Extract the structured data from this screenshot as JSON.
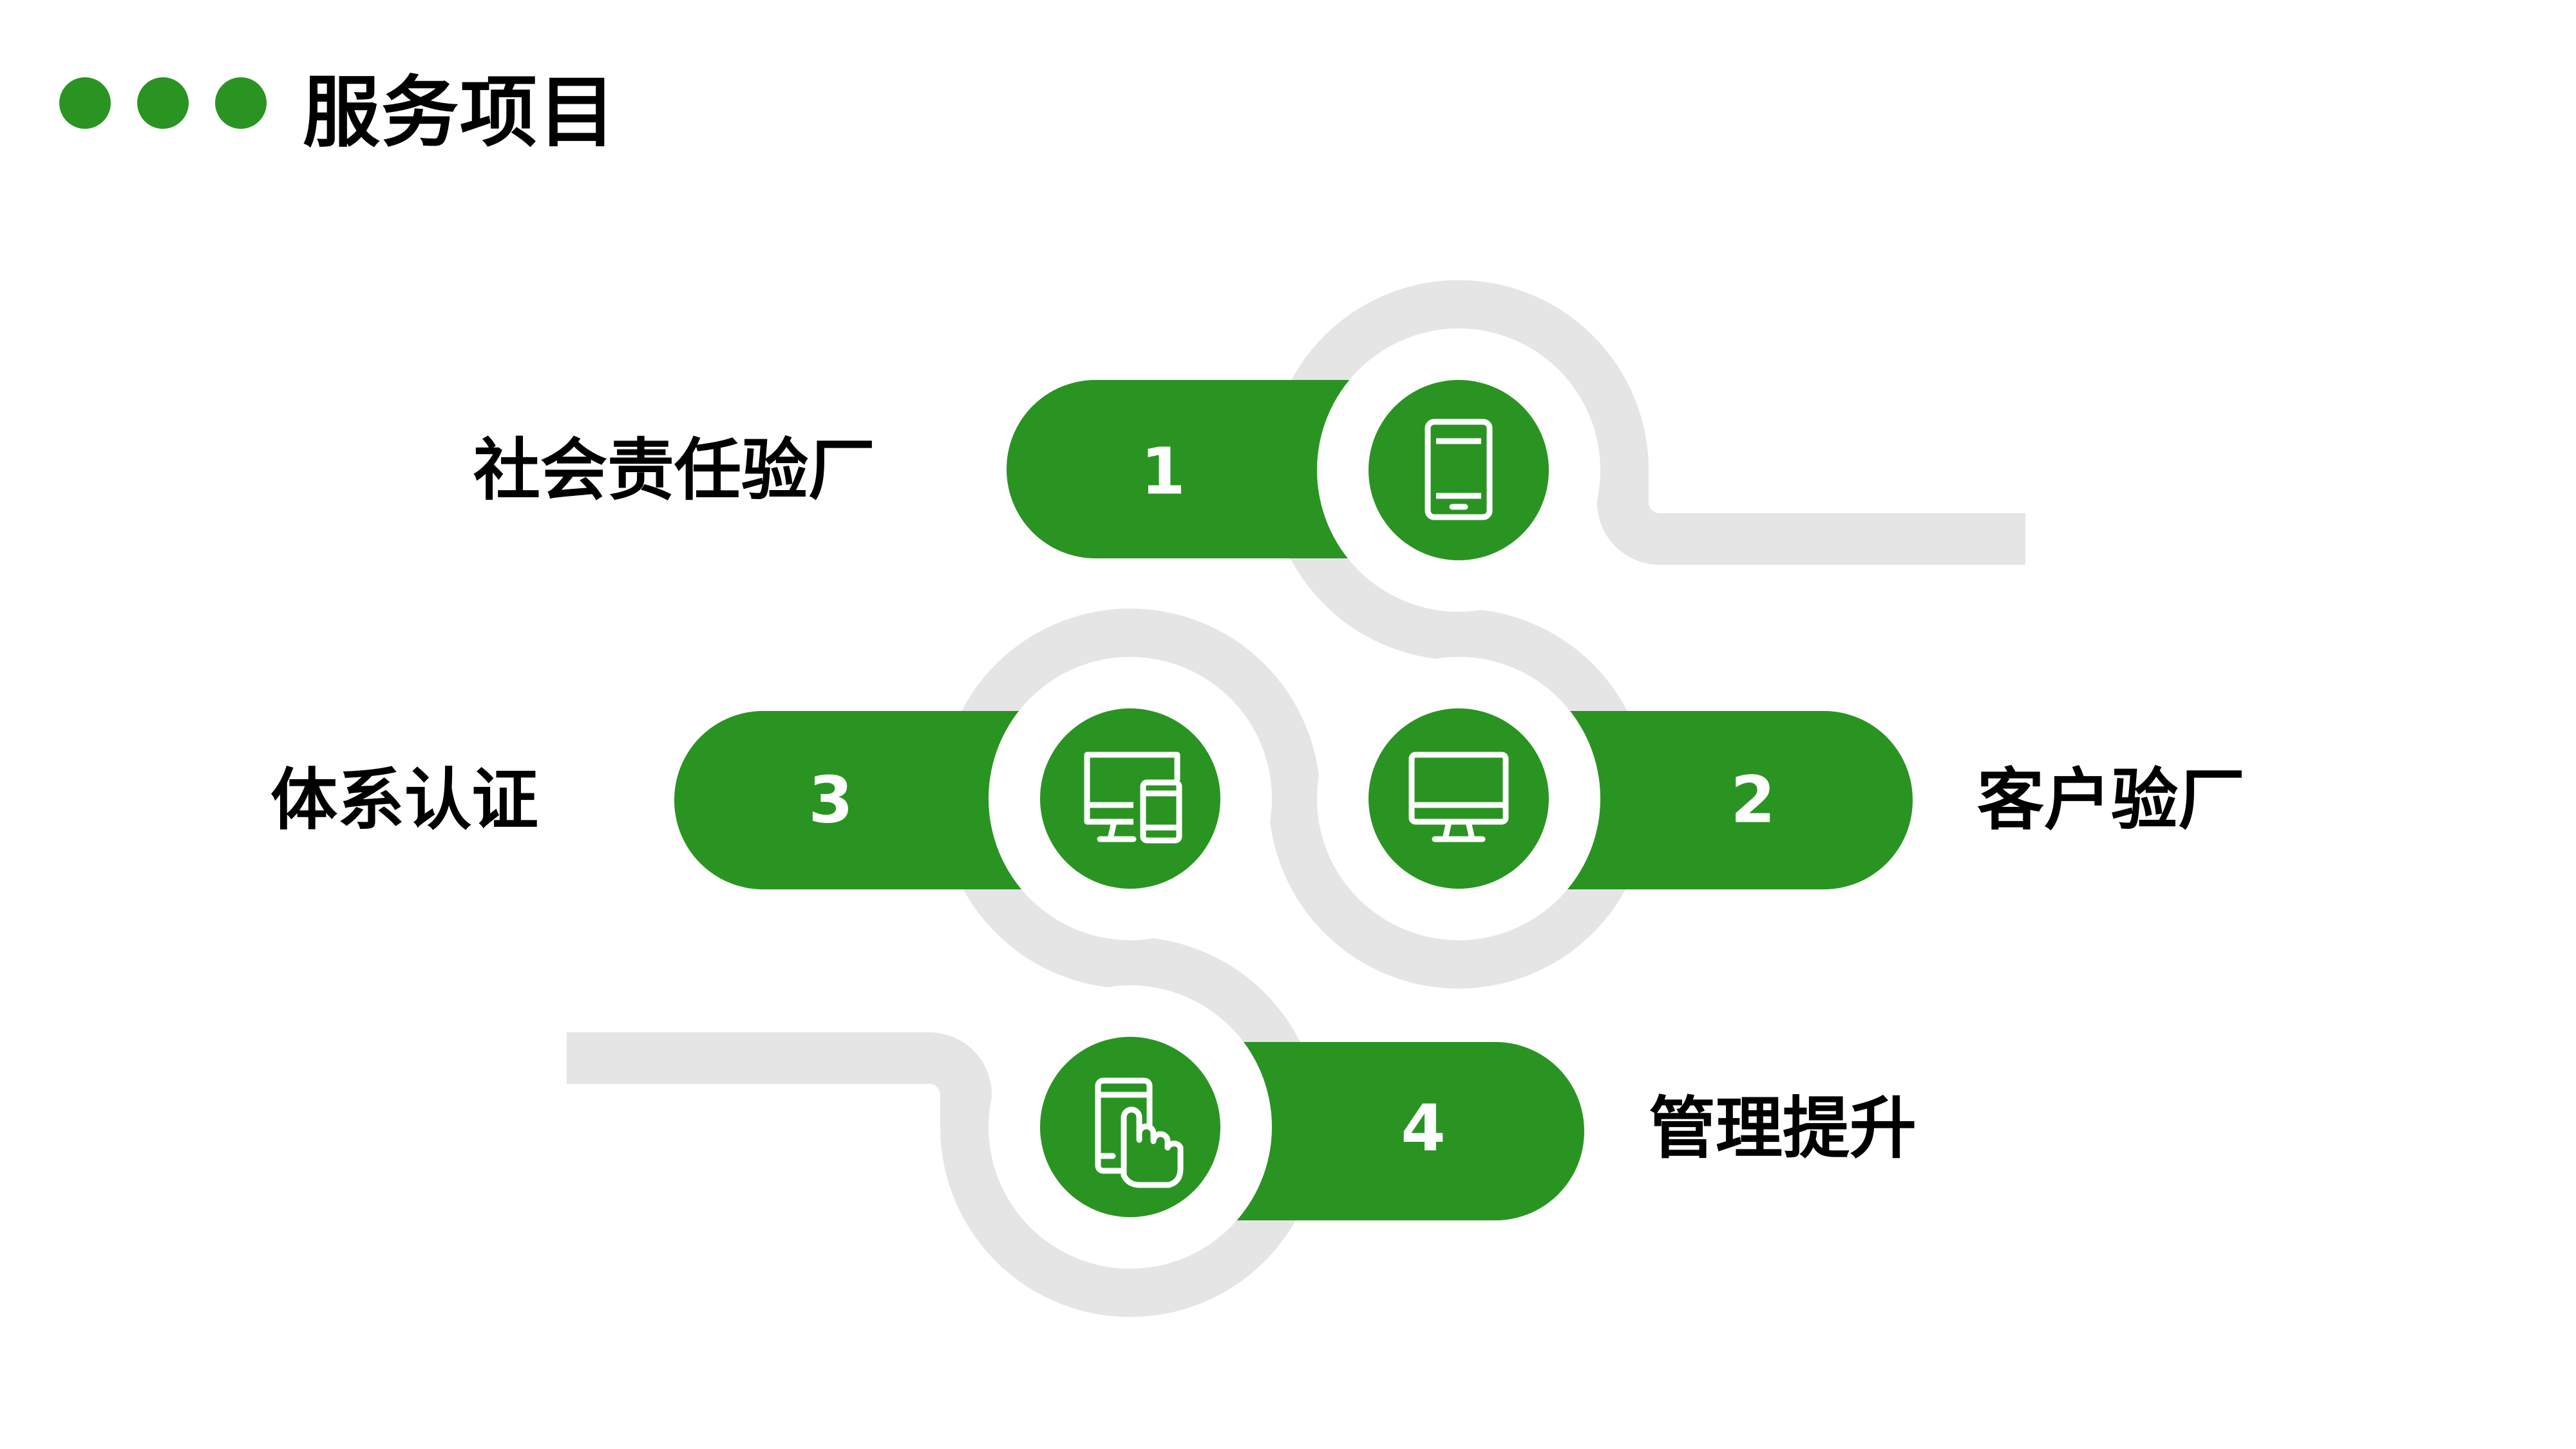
{
  "header": {
    "title": "服务项目"
  },
  "colors": {
    "accent": "#2a9422",
    "track": "#e6e5e6",
    "text": "#000000",
    "icon": "#ffffff"
  },
  "steps": [
    {
      "number": "1",
      "label": "社会责任验厂",
      "icon": "tablet-icon"
    },
    {
      "number": "2",
      "label": "客户验厂",
      "icon": "monitor-icon"
    },
    {
      "number": "3",
      "label": "体系认证",
      "icon": "devices-icon"
    },
    {
      "number": "4",
      "label": "管理提升",
      "icon": "touch-phone-icon"
    }
  ]
}
